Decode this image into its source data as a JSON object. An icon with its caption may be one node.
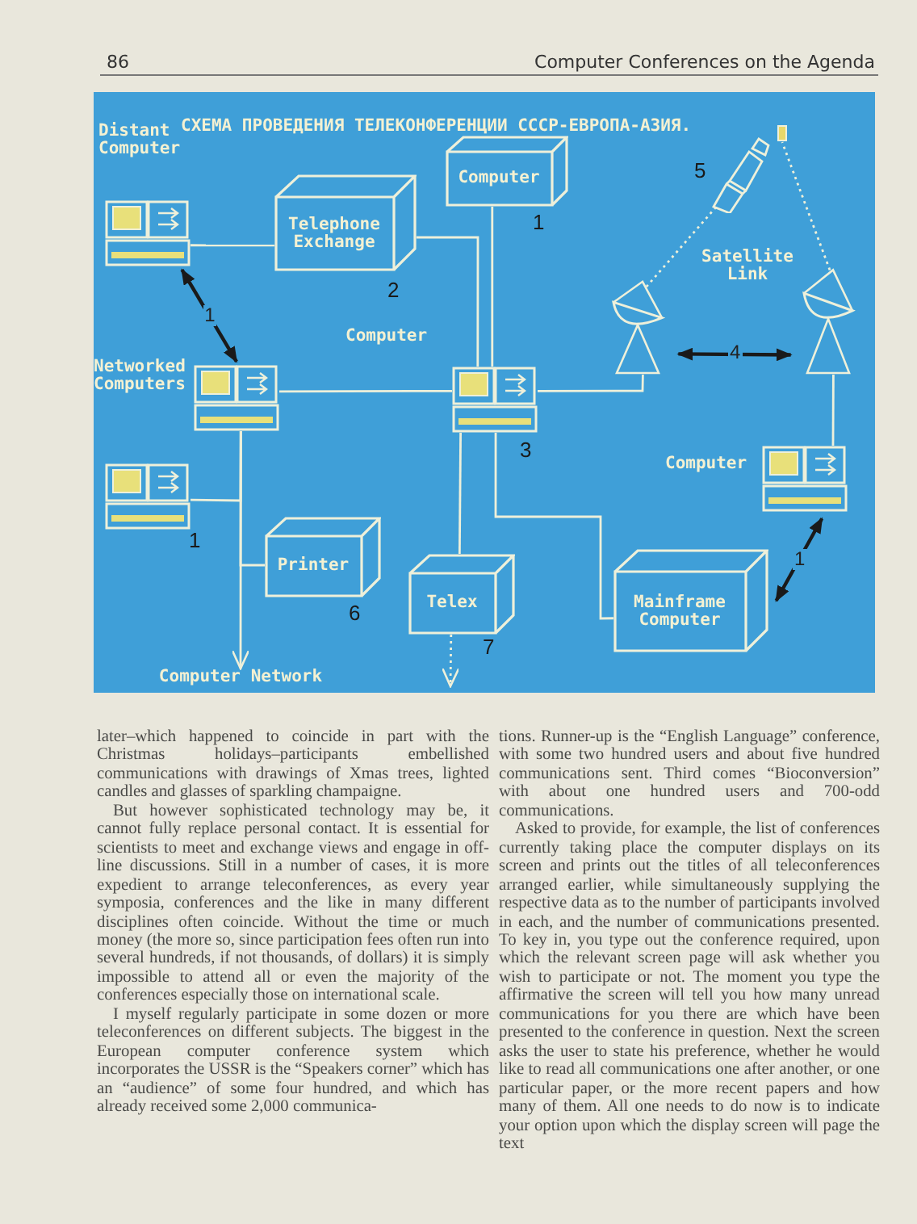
{
  "diagram": {
    "title": "СХЕМА ПРОВЕДЕНИЯ ТЕЛЕКОНФЕРЕНЦИИ СССР-ЕВРОПА-АЗИЯ.",
    "nodes": [
      {
        "text": [
          "Distant Computer"
        ]
      },
      {
        "text": [
          "Telephone Exchange"
        ],
        "beside": [
          "2"
        ]
      },
      {
        "text": [
          "Computer"
        ],
        "beside": [
          "1"
        ]
      },
      {
        "text": [
          "Networked Computers"
        ]
      },
      {
        "text": [
          "Computer"
        ],
        "beside": [
          "3"
        ]
      },
      {
        "text": [],
        "shape": "picture"
      },
      {
        "text": [],
        "shape": "picture"
      },
      {
        "text": [],
        "shape": "picture",
        "beside": [
          "5"
        ]
      },
      {
        "text": [],
        "shape": "box"
      },
      {
        "text": [],
        "shape": "picture",
        "beside": [
          "1"
        ]
      },
      {
        "text": [
          "Printer"
        ],
        "beside": [
          "6"
        ]
      },
      {
        "text": [
          "Telex"
        ],
        "beside": [
          "7"
        ]
      },
      {
        "text": [
          "Computer"
        ]
      },
      {
        "text": [
          "Mainframe Computer"
        ]
      },
      {
        "text": [
          "Computer Network"
        ]
      }
    ],
    "edges": [
      {
        "from": 0,
        "to": 1,
        "arrow": "none"
      },
      {
        "from": 1,
        "to": 4,
        "arrow": "none"
      },
      {
        "from": 2,
        "to": 4,
        "arrow": "none"
      },
      {
        "from": 3,
        "to": 4,
        "arrow": "none"
      },
      {
        "from": 4,
        "to": 5,
        "arrow": "none"
      },
      {
        "from": 6,
        "to": 12,
        "arrow": "none"
      },
      {
        "from": 5,
        "to": 7,
        "arrow": "none",
        "style": "dashed"
      },
      {
        "from": 6,
        "to": 8,
        "arrow": "none",
        "style": "dashed"
      },
      {
        "from": 0,
        "to": 3,
        "arrow": "both",
        "label": "1",
        "color": "#1a1a1a"
      },
      {
        "from": 12,
        "to": 13,
        "arrow": "both",
        "label": "1",
        "color": "#1a1a1a"
      },
      {
        "from": 5,
        "to": 6,
        "arrow": "both",
        "label": "4",
        "color": "#1a1a1a"
      },
      {
        "from": 4,
        "to": 11,
        "arrow": "none"
      },
      {
        "from": 4,
        "to": 13,
        "arrow": "none"
      },
      {
        "from": 3,
        "to": 14,
        "arrow": "to"
      },
      {
        "from": 9,
        "to": 3,
        "arrow": "none"
      },
      {
        "from": 3,
        "to": 10,
        "arrow": "none"
      },
      {
        "from": 11,
        "to": null,
        "arrow": "to",
        "style": "dashed"
      }
    ],
    "labels": [
      "86",
      "Computer Conferences on the Agenda",
      "Satellite Link",
      "later–which happened to coincide in part with the Christmas holidays–participants embellished communications with drawings of Xmas trees, lighted candles and glasses of sparkling champaigne.",
      "But however sophisticated technology may be, it cannot fully replace personal contact. It is essential for scientists to meet and exchange views and engage in off-line discussions. Still in a number of cases, it is more expedient to arrange teleconferences, as every year symposia, conferences and the like in many different disciplines often coincide. Without the time or much money (the more so, since participation fees often run into several hundreds, if not thousands, of dollars) it is simply impossible to attend all or even the majority of the conferences especially those on international scale.",
      "I myself regularly participate in some dozen or more teleconferences on different subjects. The biggest in the European computer conference system which incorporates the USSR is the “Speakers corner” which has an “audience” of some four hundred, and which has already received some 2,000 communica-",
      "tions. Runner-up is the “English Language” conference, with some two hundred users and about five hundred communications sent. Third comes “Bioconversion” with about one hundred users and 700-odd communications.",
      "Asked to provide, for example, the list of conferences currently taking place the computer displays on its screen and prints out the titles of all teleconferences arranged earlier, while simultaneously supplying the respective data as to the number of participants involved in each, and the number of communications presented. To key in, you type out the conference required, upon which the relevant screen page will ask whether you wish to participate or not. The moment you type the affirmative the screen will tell you how many unread communications for you there are which have been presented to the conference in question. Next the screen asks the user to state his preference, whether he would like to read all communications one after another, or one particular paper, or the more recent papers and how many of them. All one needs to do now is to indicate your option upon which the display screen will page the text"
    ]
  }
}
